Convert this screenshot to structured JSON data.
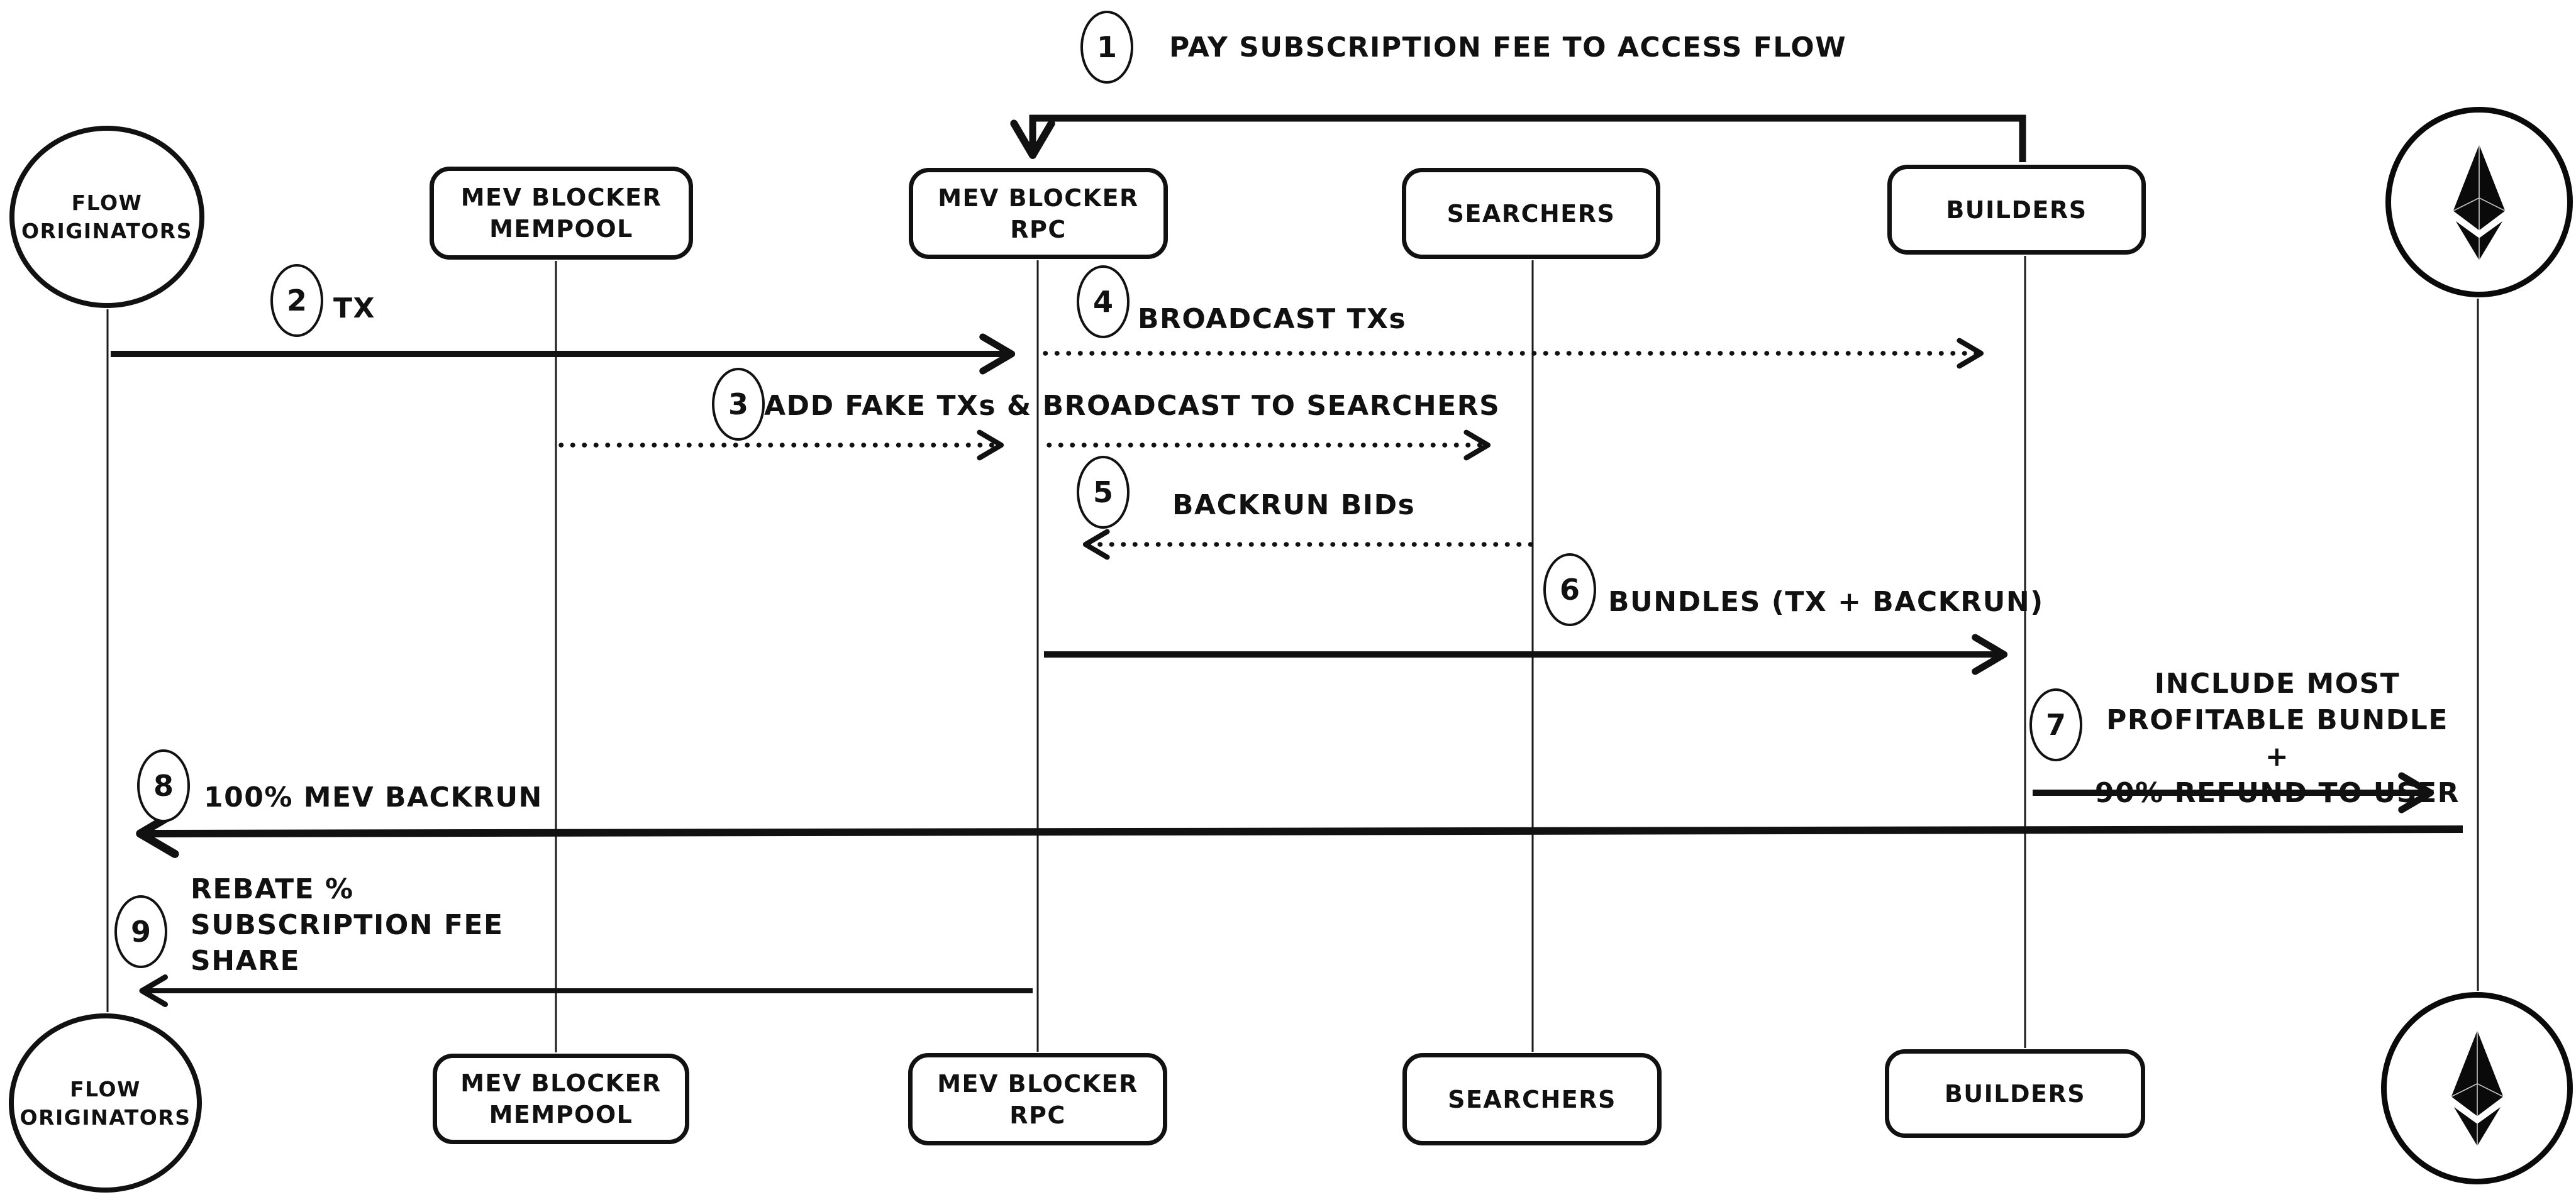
{
  "diagram": {
    "kind": "sequence-diagram",
    "theme": {
      "background": "#ffffff",
      "ink": "#111111"
    }
  },
  "actors": [
    {
      "id": "flow-originators",
      "label": "FLOW\nORIGINATORS",
      "shape": "ellipse"
    },
    {
      "id": "mev-blocker-mempool",
      "label": "MEV BLOCKER\nMEMPOOL",
      "shape": "box"
    },
    {
      "id": "mev-blocker-rpc",
      "label": "MEV BLOCKER\nRPC",
      "shape": "box"
    },
    {
      "id": "searchers",
      "label": "SEARCHERS",
      "shape": "box"
    },
    {
      "id": "builders",
      "label": "BUILDERS",
      "shape": "box"
    },
    {
      "id": "ethereum",
      "label": "",
      "shape": "ellipse",
      "icon": "ethereum-logo"
    }
  ],
  "steps": [
    {
      "num": "1",
      "label": "PAY SUBSCRIPTION FEE TO ACCESS FLOW"
    },
    {
      "num": "2",
      "label": "TX"
    },
    {
      "num": "3",
      "label": "ADD FAKE TXs & BROADCAST TO SEARCHERS"
    },
    {
      "num": "4",
      "label": "BROADCAST TXs"
    },
    {
      "num": "5",
      "label": "BACKRUN BIDs"
    },
    {
      "num": "6",
      "label": "BUNDLES (TX + BACKRUN)"
    },
    {
      "num": "7",
      "label": "INCLUDE MOST\nPROFITABLE BUNDLE +\n90% REFUND TO USER"
    },
    {
      "num": "8",
      "label": "100% MEV BACKRUN"
    },
    {
      "num": "9",
      "label": "REBATE %\nSUBSCRIPTION FEE\nSHARE"
    }
  ],
  "edges": [
    {
      "step": "1",
      "from": "builders",
      "to": "mev-blocker-rpc",
      "style": "solid"
    },
    {
      "step": "2",
      "from": "flow-originators",
      "to": "mev-blocker-rpc",
      "style": "solid"
    },
    {
      "step": "3",
      "from": "mev-blocker-mempool",
      "to": "mev-blocker-rpc",
      "style": "dotted"
    },
    {
      "step": "3",
      "from": "mev-blocker-rpc",
      "to": "searchers",
      "style": "dotted"
    },
    {
      "step": "4",
      "from": "mev-blocker-rpc",
      "to": "builders",
      "style": "dotted"
    },
    {
      "step": "5",
      "from": "searchers",
      "to": "mev-blocker-rpc",
      "style": "dotted"
    },
    {
      "step": "6",
      "from": "mev-blocker-rpc",
      "to": "builders",
      "style": "solid"
    },
    {
      "step": "7",
      "from": "builders",
      "to": "ethereum",
      "style": "solid"
    },
    {
      "step": "8",
      "from": "ethereum",
      "to": "flow-originators",
      "style": "solid"
    },
    {
      "step": "9",
      "from": "mev-blocker-rpc",
      "to": "flow-originators",
      "style": "solid"
    }
  ]
}
